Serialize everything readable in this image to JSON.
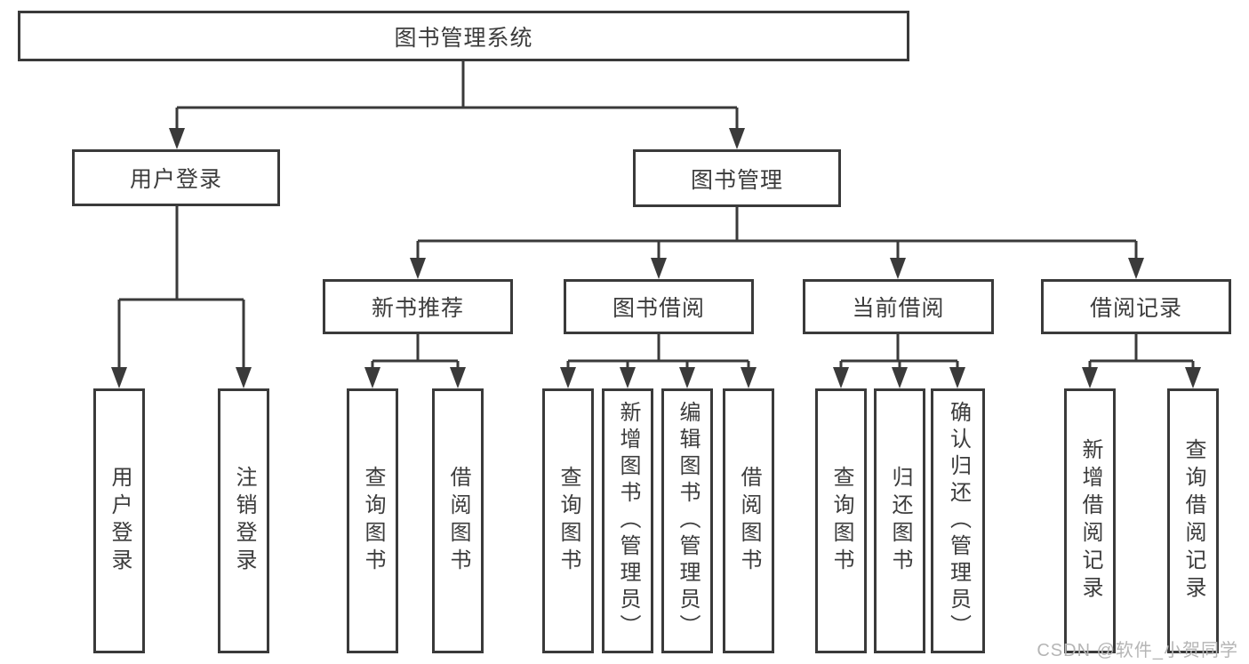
{
  "diagram_title": "图书管理系统",
  "colors": {
    "line": "#3a3a3a",
    "text": "#3c3c3c",
    "watermark": "#b5b5b5",
    "background": "#ffffff"
  },
  "nodes": {
    "root": {
      "label": "图书管理系统"
    },
    "user_login": {
      "label": "用户登录"
    },
    "book_mgmt": {
      "label": "图书管理"
    },
    "new_book_rec": {
      "label": "新书推荐"
    },
    "book_borrow": {
      "label": "图书借阅"
    },
    "current_borrow": {
      "label": "当前借阅"
    },
    "borrow_record": {
      "label": "借阅记录"
    },
    "leaf_user_login": {
      "label": "用户登录"
    },
    "leaf_logout": {
      "label": "注销登录"
    },
    "leaf_rec_query_book": {
      "label": "查询图书"
    },
    "leaf_rec_borrow_book": {
      "label": "借阅图书"
    },
    "leaf_bor_query_book": {
      "label": "查询图书"
    },
    "leaf_bor_add_book": {
      "label": "新增图书（管理员）"
    },
    "leaf_bor_edit_book": {
      "label": "编辑图书（管理员）"
    },
    "leaf_bor_borrow_book": {
      "label": "借阅图书"
    },
    "leaf_cur_query_book": {
      "label": "查询图书"
    },
    "leaf_cur_return_book": {
      "label": "归还图书"
    },
    "leaf_cur_confirm_return": {
      "label": "确认归还（管理员）"
    },
    "leaf_log_add_record": {
      "label": "新增借阅记录"
    },
    "leaf_log_query_record": {
      "label": "查询借阅记录"
    }
  },
  "watermark": {
    "text": "CSDN @软件_小贺同学"
  }
}
